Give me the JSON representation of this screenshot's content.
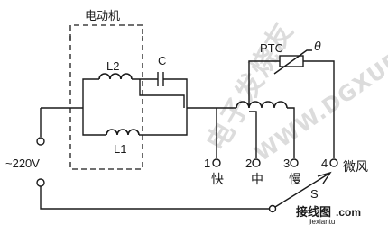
{
  "diagram": {
    "motor_label": "电动机",
    "inductor_l2": "L2",
    "inductor_l1": "L1",
    "capacitor": "C",
    "ptc_label": "PTC",
    "theta": "θ",
    "supply": "~220V",
    "switch": "S",
    "speeds": [
      {
        "number": "1",
        "name": "快"
      },
      {
        "number": "2",
        "name": "中"
      },
      {
        "number": "3",
        "name": "慢"
      },
      {
        "number": "4",
        "name": "微风"
      }
    ]
  },
  "watermark": {
    "vertical_text": "电子发烧友",
    "diagonal_text": "WWW.DGXUE.COM",
    "logo_text": "接线图",
    "logo_domain": ".com",
    "site_url": "jiexiantu"
  },
  "colors": {
    "line": "#1a1a1a",
    "watermark": "#d9d9d9",
    "logo_red": "#e8332a",
    "logo_green": "#3a8a2e"
  }
}
